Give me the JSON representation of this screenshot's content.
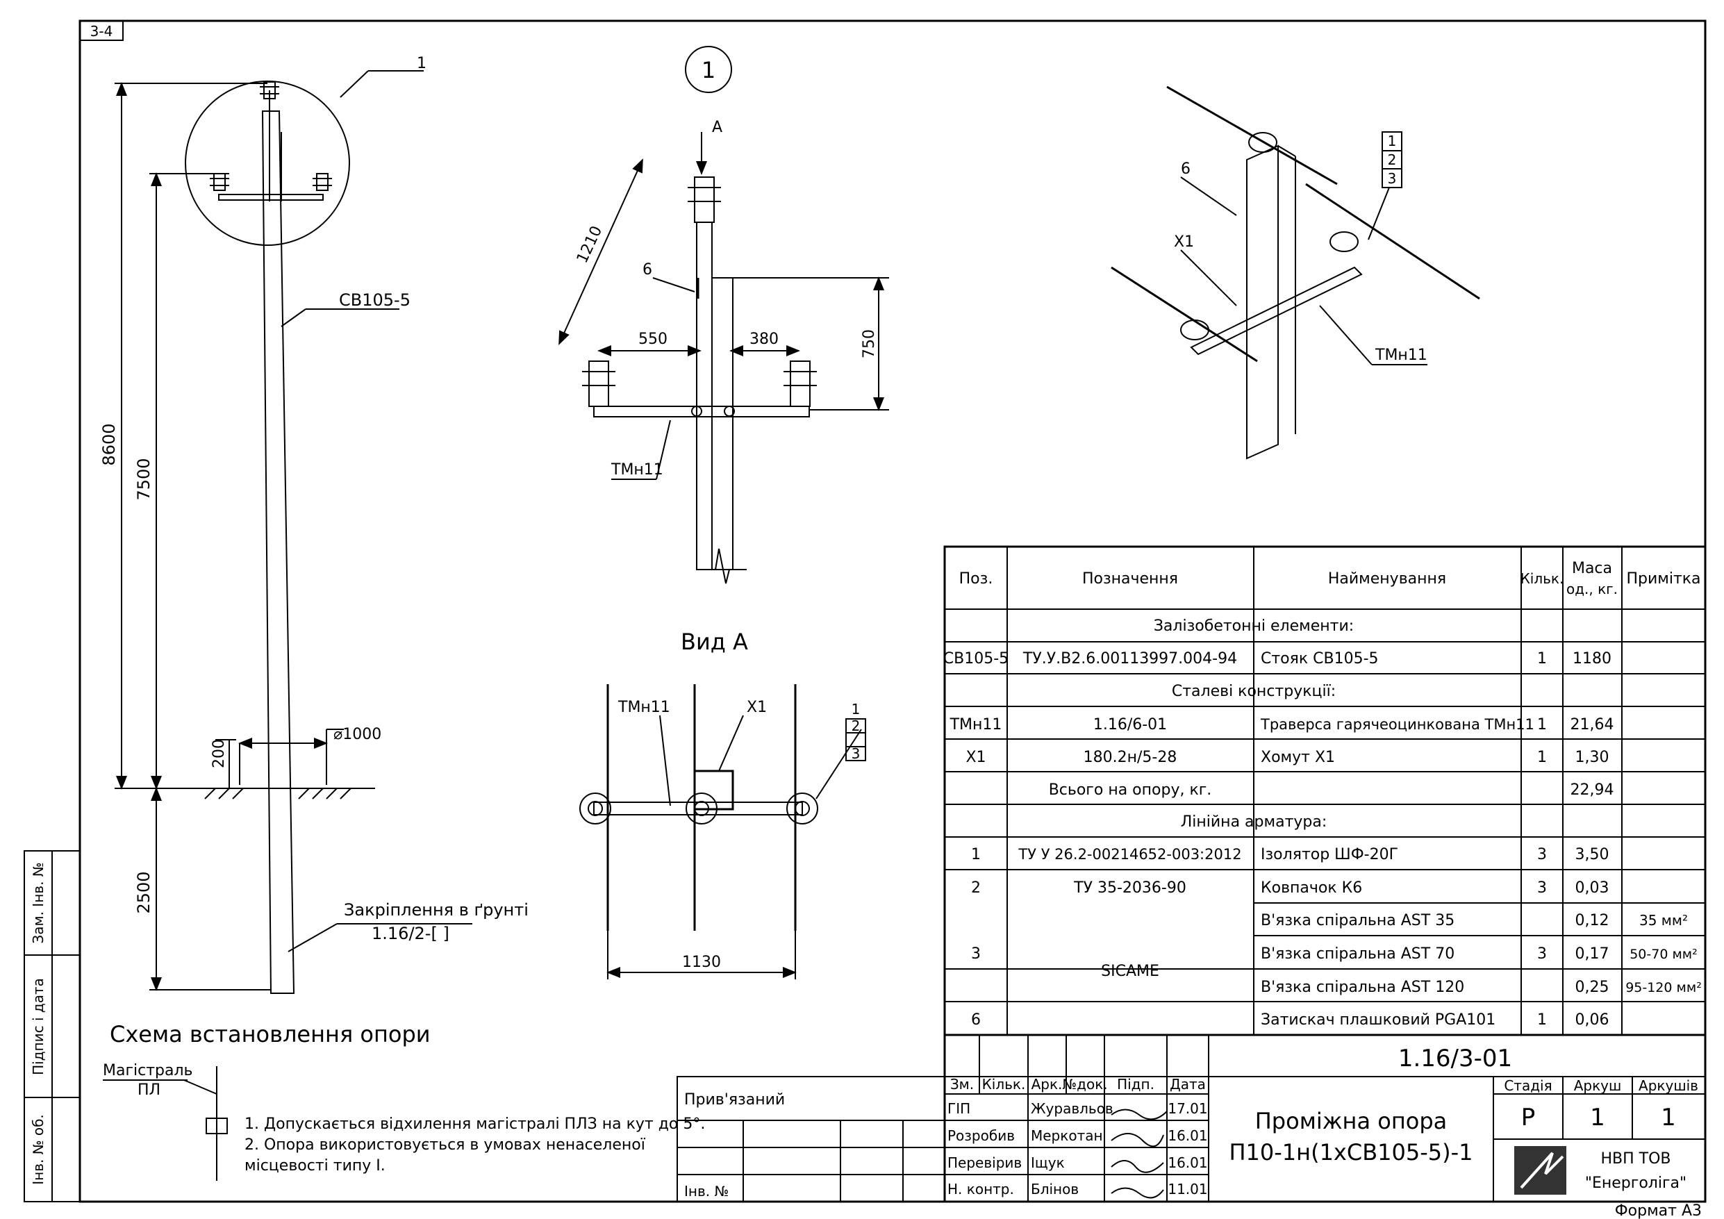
{
  "sheet": {
    "corner_label": "3-4",
    "format_label": "Формат А3"
  },
  "left_strip": {
    "labels": [
      "Інв. № об.",
      "Підпис і дата",
      "Зам. Інв. №"
    ]
  },
  "pole_view": {
    "callout": "1",
    "pole_label": "СВ105-5",
    "dim_total": "8600",
    "dim_above": "7500",
    "dim_below": "2500",
    "dim_200": "200",
    "dim_diam": "⌀1000",
    "fixing_label": "Закріплення в ґрунті",
    "fixing_ref": "1.16/2-[     ]"
  },
  "detail_view": {
    "circle_label": "1",
    "arrow_label": "А",
    "dim_1210": "1210",
    "dim_550": "550",
    "dim_380": "380",
    "dim_750": "750",
    "pos6": "6",
    "traverse_label": "ТМн11"
  },
  "view_a": {
    "title": "Вид А",
    "traverse_label": "ТМн11",
    "clamp_label": "Х1",
    "pos1": "1",
    "pos2": "2",
    "pos3": "3",
    "dim_1130": "1130"
  },
  "iso_view": {
    "pos1": "1",
    "pos2": "2",
    "pos3": "3",
    "pos6": "6",
    "clamp_label": "Х1",
    "traverse_label": "ТМн11"
  },
  "scheme": {
    "title": "Схема встановлення опори",
    "line_label_1": "Магістраль",
    "line_label_2": "ПЛ",
    "note1": "1. Допускається відхилення магістралі ПЛЗ на кут до 5°.",
    "note2": "2. Опора використовується в умовах ненаселеної",
    "note2b": "місцевості типу І."
  },
  "bom": {
    "headers": [
      "Поз.",
      "Позначення",
      "Найменування",
      "Кільк.",
      "Маса од., кг.",
      "Примітка"
    ],
    "mass_header_1": "Маса",
    "mass_header_2": "од., кг.",
    "section_concrete": "Залізобетонні елементи:",
    "section_steel": "Сталеві конструкції:",
    "section_fittings": "Лінійна арматура:",
    "rows": [
      {
        "pos": "СВ105-5",
        "desig": "ТУ.У.В2.6.00113997.004-94",
        "name": "Стояк СВ105-5",
        "qty": "1",
        "mass": "1180",
        "note": ""
      },
      {
        "pos": "ТМн11",
        "desig": "1.16/6-01",
        "name": "Траверса гарячеоцинкована ТМн11",
        "qty": "1",
        "mass": "21,64",
        "note": ""
      },
      {
        "pos": "Х1",
        "desig": "180.2н/5-28",
        "name": "Хомут Х1",
        "qty": "1",
        "mass": "1,30",
        "note": ""
      },
      {
        "pos": "",
        "desig": "Всього на опору, кг.",
        "name": "",
        "qty": "",
        "mass": "22,94",
        "note": ""
      },
      {
        "pos": "1",
        "desig": "ТУ У 26.2-00214652-003:2012",
        "name": "Ізолятор ШФ-20Г",
        "qty": "3",
        "mass": "3,50",
        "note": ""
      },
      {
        "pos": "2",
        "desig": "ТУ 35-2036-90",
        "name": "Ковпачок К6",
        "qty": "3",
        "mass": "0,03",
        "note": ""
      },
      {
        "pos": "",
        "desig": "",
        "name": "В'язка спіральна AST 35",
        "qty": "",
        "mass": "0,12",
        "note": "35 мм²"
      },
      {
        "pos": "",
        "desig": "",
        "name": "В'язка спіральна AST 70",
        "qty": "",
        "mass": "0,17",
        "note": "50-70 мм²"
      },
      {
        "pos": "",
        "desig": "",
        "name": "В'язка спіральна AST 120",
        "qty": "",
        "mass": "0,25",
        "note": "95-120 мм²"
      },
      {
        "pos": "6",
        "desig": "",
        "name": "Затискач плашковий PGA101",
        "qty": "1",
        "mass": "0,06",
        "note": ""
      }
    ],
    "group3_pos": "3",
    "group3_desig": "SICAME",
    "group3_qty": "3"
  },
  "title_block": {
    "doc_code": "1.16/3-01",
    "title_line1": "Проміжна опора",
    "title_line2": "П10-1н(1хСВ105-5)-1",
    "bound_label": "Прив'язаний",
    "inv_label": "Інв. №",
    "col_headers": [
      "Зм.",
      "Кільк.",
      "Арк.",
      "№док.",
      "Підп.",
      "Дата"
    ],
    "staff": [
      {
        "role": "ГІП",
        "name": "Журавльов",
        "date": "17.01"
      },
      {
        "role": "Розробив",
        "name": "Меркотан",
        "date": "16.01"
      },
      {
        "role": "Перевірив",
        "name": "Іщук",
        "date": "16.01"
      },
      {
        "role": "Н. контр.",
        "name": "Блінов",
        "date": "11.01"
      }
    ],
    "stage_header": "Стадія",
    "sheet_header": "Аркуш",
    "sheets_header": "Аркушів",
    "stage": "Р",
    "sheet": "1",
    "sheets": "1",
    "company_line1": "НВП ТОВ",
    "company_line2": "\"Енерголіга\""
  }
}
